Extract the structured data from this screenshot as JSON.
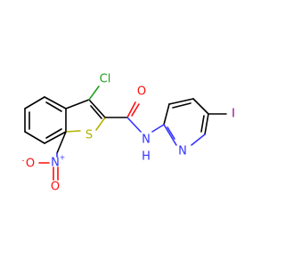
{
  "molecule": {
    "labels": {
      "cl": "Cl",
      "o_amide": "O",
      "s": "S",
      "nh_n": "N",
      "nh_h": "H",
      "n_pyr": "N",
      "i": "I",
      "n_nitro": "N",
      "n_nitro_charge": "+",
      "o_nitro_top": "O",
      "o_nitro_left": "O",
      "o_nitro_left_charge": "-"
    },
    "colors": {
      "carbon": "#000000",
      "nitrogen": "#3333ff",
      "oxygen": "#ff0d0d",
      "sulfur": "#b2b200",
      "chlorine": "#1fa01f",
      "iodine": "#940094"
    }
  }
}
